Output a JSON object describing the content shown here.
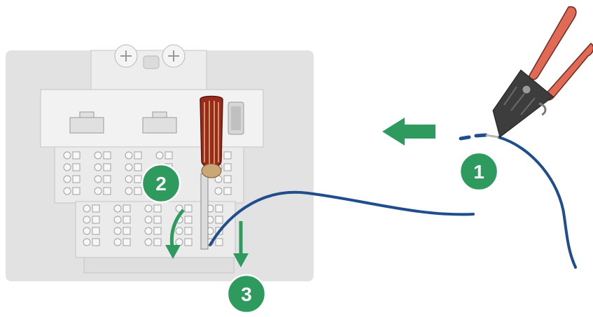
{
  "steps": [
    {
      "number": "1"
    },
    {
      "number": "2"
    },
    {
      "number": "3"
    }
  ],
  "colors": {
    "step_badge": "#2f9a5e",
    "arrow": "#2f9a5e",
    "wire": "#1f4e8c",
    "cutter_handle": "#e06a55",
    "screwdriver_handle": "#9a2b1c",
    "terminal_body": "#e9e9e9",
    "background_panel": "#e2e2e2"
  },
  "icons": [
    "wire-stripper-icon",
    "screwdriver-icon",
    "terminal-block-icon",
    "direction-arrow-icon"
  ]
}
